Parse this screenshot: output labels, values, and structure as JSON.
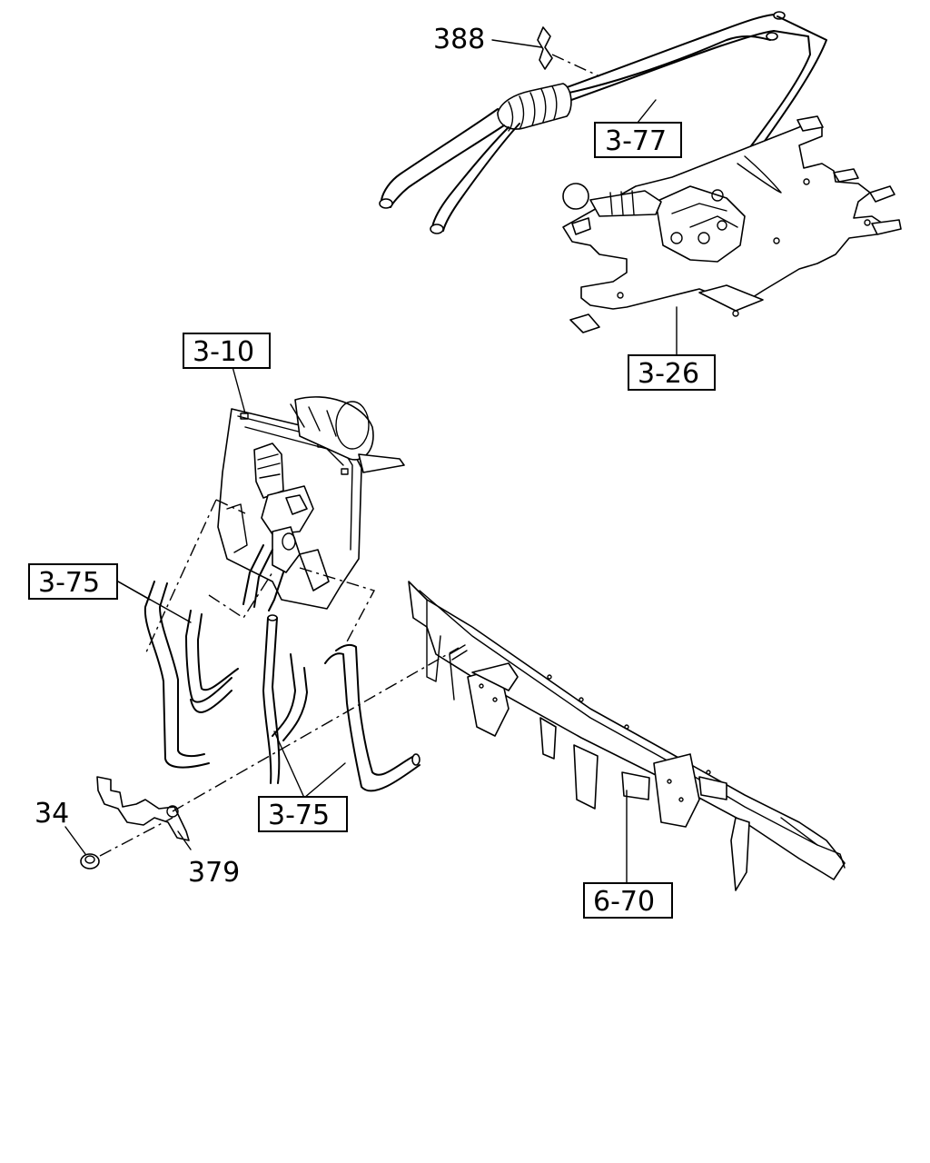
{
  "callouts": {
    "c388": "388",
    "c3_77": "3-77",
    "c3_10": "3-10",
    "c3_26": "3-26",
    "c3_75_left": "3-75",
    "c3_75_bottom": "3-75",
    "c34": "34",
    "c379": "379",
    "c6_70": "6-70"
  }
}
